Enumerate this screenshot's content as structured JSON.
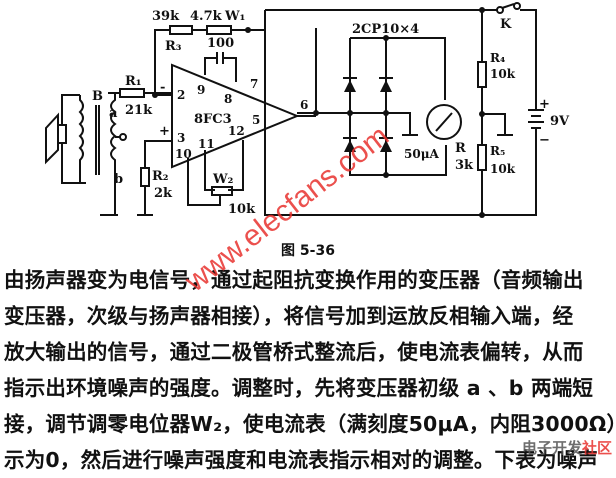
{
  "figure": {
    "caption": "图 5-36",
    "schematic": {
      "opamp_label": "8FC3",
      "opamp_pins": [
        "2",
        "9",
        "8",
        "7",
        "3",
        "10",
        "11",
        "12",
        "5",
        "6"
      ],
      "opamp_inputs": {
        "inverting": "-",
        "noninverting": "+"
      },
      "transformer_label": "B",
      "tap_a": "a",
      "tap_b": "b",
      "R1": {
        "name": "R₁",
        "value": "21k"
      },
      "R2": {
        "name": "R₂",
        "value": "2k"
      },
      "R3": {
        "name": "R₃",
        "value": "39k"
      },
      "W1": {
        "name": "W₁",
        "value": "4.7k"
      },
      "feedback_cap": "100",
      "W2": {
        "name": "W₂",
        "value": "10k"
      },
      "diodes": "2CP10×4",
      "meter": {
        "value": "50μA",
        "name": "R",
        "resistance": "3k"
      },
      "R4": {
        "name": "R₄",
        "value": "10k"
      },
      "R5": {
        "name": "R₅",
        "value": "10k"
      },
      "switch": "K",
      "battery": {
        "value": "9V",
        "plus": "+",
        "minus": "−"
      }
    }
  },
  "text": {
    "lines": [
      "由扬声器变为电信号，通过起阻抗变换作用的变压器（音频输出",
      "变压器，次级与扬声器相接），将信号加到运放反相输入端，经",
      "放大输出的信号，通过二极管桥式整流后，使电流表偏转，从而",
      "指示出环境噪声的强度。调整时，先将变压器初级 a 、b 两端短",
      "接，调节调零电位器W₂，使电流表（满刻度50μA，内阻3000Ω）指",
      "示为0，然后进行噪声强度和电流表指示相对的调整。下表为噪声"
    ]
  },
  "watermarks": {
    "diagonal": "www.elecfans.com",
    "corner_a": "电子开发",
    "corner_b": "社区"
  }
}
